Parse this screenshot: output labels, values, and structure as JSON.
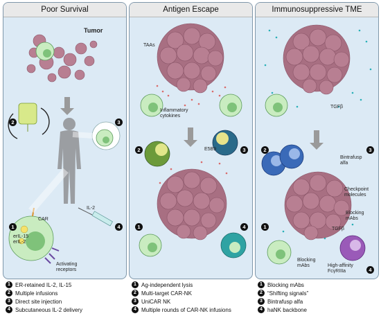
{
  "panels": [
    {
      "title": "Poor Survival",
      "labels": {
        "tumor": "Tumor",
        "car": "CAR",
        "il15": "erIL-15",
        "il2er": "erIL-2",
        "il2": "IL-2",
        "activating": "Activating receptors"
      },
      "markers": [
        "2",
        "3",
        "1",
        "4"
      ],
      "legend": [
        {
          "n": "1",
          "text": "ER-retained IL-2, IL-15"
        },
        {
          "n": "2",
          "text": "Multiple infusions"
        },
        {
          "n": "3",
          "text": "Direct site injection"
        },
        {
          "n": "4",
          "text": "Subcutaneous IL-2 delivery"
        }
      ]
    },
    {
      "title": "Antigen Escape",
      "labels": {
        "taas": "TAAs",
        "inflam": "Inflammatory cytokines",
        "e5b9": "E5B9"
      },
      "markers": [
        "2",
        "3",
        "1",
        "4"
      ],
      "legend": [
        {
          "n": "1",
          "text": "Ag-independent lysis"
        },
        {
          "n": "2",
          "text": "Multi-target CAR-NK"
        },
        {
          "n": "3",
          "text": "UniCAR NK"
        },
        {
          "n": "4",
          "text": "Multiple rounds of CAR-NK infusions"
        }
      ]
    },
    {
      "title": "Immunosuppressive TME",
      "labels": {
        "tgfb1": "TGFβ",
        "bintra": "Bintrafusp alfa",
        "checkpoint": "Checkpoint molecules",
        "blocking1": "Blocking mAbs",
        "tgfb2": "TGFβ",
        "blocking2": "Blocking mAbs",
        "highaff": "High-affinity FcγRIIIa"
      },
      "markers": [
        "2",
        "3",
        "1",
        "4"
      ],
      "legend": [
        {
          "n": "1",
          "text": "Blocking mAbs"
        },
        {
          "n": "2",
          "text": "“Shifting signals”"
        },
        {
          "n": "3",
          "text": "Bintrafusp alfa"
        },
        {
          "n": "4",
          "text": "haNK backbone"
        }
      ]
    }
  ],
  "colors": {
    "panel_bg": "#dceaf5",
    "title_bg": "#e9e9e9",
    "tumor": "#b87f92",
    "nk_cell": "#c9ecc0",
    "tgfb_dots": "#2ab0b8",
    "cytokine_dots": "#d96b6b"
  }
}
